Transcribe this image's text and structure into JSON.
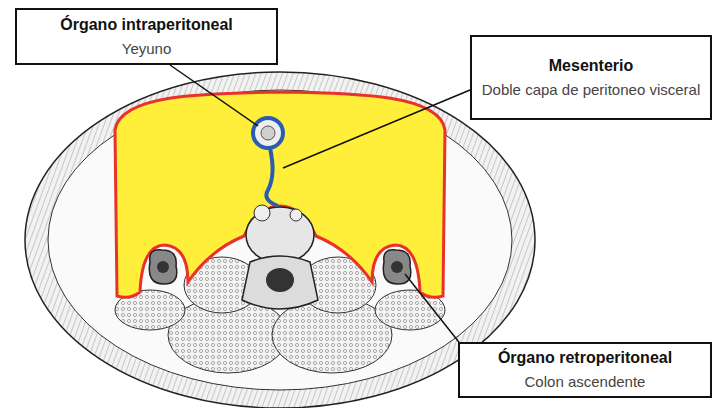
{
  "diagram": {
    "nodes": [
      {
        "text": [
          "Órgano intraperitoneal",
          "Yeyuno"
        ]
      },
      {
        "text": [
          "Mesenterio",
          "Doble capa de peritoneo visceral"
        ]
      },
      {
        "text": [
          "Órgano retroperitoneal",
          "Colon ascendente"
        ]
      }
    ]
  }
}
